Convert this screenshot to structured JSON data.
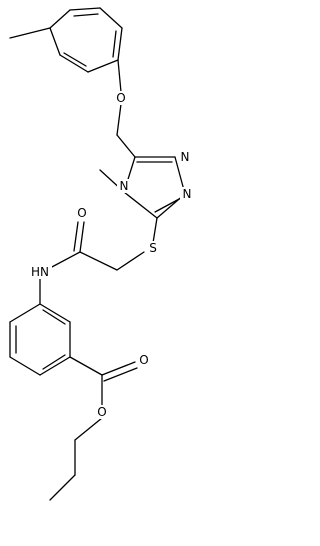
{
  "structure": {
    "atoms": {
      "ester_ether_O": "O",
      "ester_carbonyl_O": "O",
      "amide_N": "HN",
      "amide_O": "O",
      "thioether_S": "S",
      "ring_N_methyl": "N",
      "ring_N_upper": "N",
      "ring_N_lower": "N",
      "aryl_ether_O": "O"
    }
  }
}
